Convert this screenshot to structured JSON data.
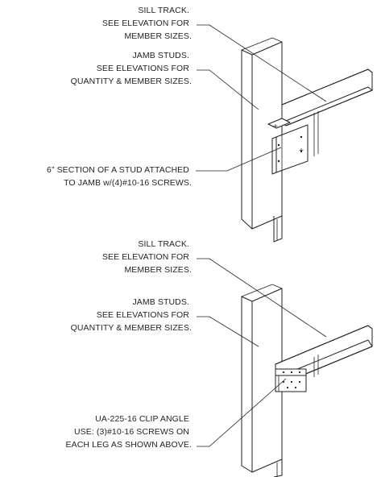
{
  "detail_top": {
    "callouts": [
      {
        "id": "sill-track",
        "lines": [
          "SILL TRACK.",
          "SEE ELEVATION FOR",
          "MEMBER SIZES."
        ]
      },
      {
        "id": "jamb-studs",
        "lines": [
          "JAMB STUDS.",
          "SEE ELEVATIONS FOR",
          "QUANTITY & MEMBER SIZES."
        ]
      },
      {
        "id": "stud-section",
        "lines": [
          "6” SECTION OF A STUD ATTACHED",
          "TO JAMB w/(4)#10-16 SCREWS."
        ]
      }
    ]
  },
  "detail_bottom": {
    "callouts": [
      {
        "id": "sill-track",
        "lines": [
          "SILL TRACK.",
          "SEE ELEVATION FOR",
          "MEMBER SIZES."
        ]
      },
      {
        "id": "jamb-studs",
        "lines": [
          "JAMB STUDS.",
          "SEE ELEVATIONS FOR",
          "QUANTITY & MEMBER SIZES."
        ]
      },
      {
        "id": "clip-angle",
        "lines": [
          "UA-225-16 CLIP ANGLE",
          "USE: (3)#10-16 SCREWS ON",
          "EACH LEG AS SHOWN ABOVE."
        ]
      }
    ]
  },
  "colors": {
    "ink": "#231f20",
    "background": "#ffffff"
  }
}
